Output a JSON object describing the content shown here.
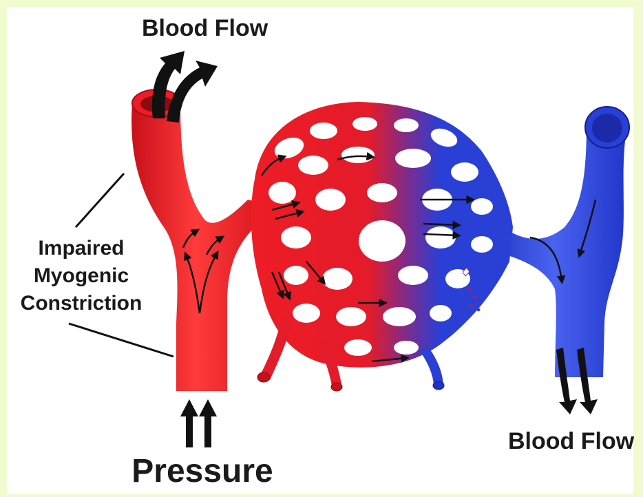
{
  "labels": {
    "blood_flow_top": "Blood Flow",
    "blood_flow_bottom": "Blood Flow",
    "impaired_line1": "Impaired",
    "impaired_line2": "Myogenic",
    "impaired_line3": "Constriction",
    "pressure": "Pressure"
  },
  "colors": {
    "page_border": "#f0fcd0",
    "artery_red": "#ee1c25",
    "artery_dark": "#b80e14",
    "vein_blue": "#2a3fd6",
    "vein_dark": "#16238c",
    "leak_purple": "#7a2c8f",
    "arrow_black": "#111111"
  },
  "icons": {
    "flow_arrows": "curved-arrow-icon",
    "pressure_arrows": "up-arrow-icon",
    "leakage": "droplet-icon"
  }
}
